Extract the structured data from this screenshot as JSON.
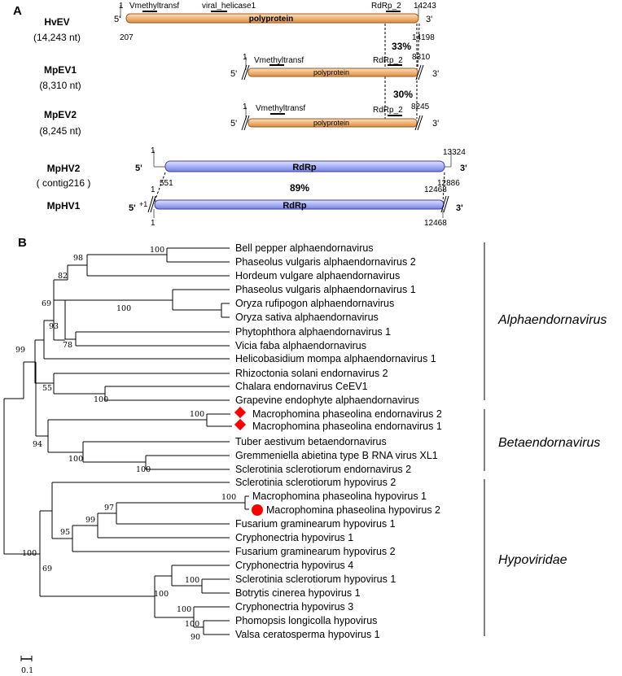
{
  "panel_a": {
    "label": "A",
    "genomes": {
      "hvev": {
        "name": "HvEV",
        "length": "(14,243 nt)",
        "start": "1",
        "end": "14243",
        "sub_start": "207",
        "sub_end": "14198",
        "prime5": "5'",
        "prime3": "3'",
        "orf": "polyprotein",
        "domains": [
          "Vmethyltransf",
          "viral_helicase1",
          "RdRp_2"
        ]
      },
      "mpev1": {
        "name": "MpEV1",
        "length": "(8,310 nt)",
        "start": "1",
        "end": "8310",
        "prime5": "5'",
        "prime3": "3'",
        "orf": "polyprotein",
        "domains": [
          "Vmethyltransf",
          "RdRp_2"
        ]
      },
      "mpev2": {
        "name": "MpEV2",
        "length": "(8,245 nt)",
        "start": "1",
        "end": "8245",
        "prime5": "5'",
        "prime3": "3'",
        "orf": "polyprotein",
        "domains": [
          "Vmethyltransf",
          "RdRp_2"
        ]
      },
      "mphv2": {
        "name": "MpHV2",
        "length": "( contig216 )",
        "start": "1",
        "end": "13324",
        "sub_start": "551",
        "sub_end": "12886",
        "sub_mid": "12468",
        "prime5": "5'",
        "prime3": "3'",
        "orf": "RdRp"
      },
      "mphv1": {
        "name": "MpHV1",
        "start": "1",
        "end": "12468",
        "top_start": "1",
        "plus1": "+1",
        "prime5": "5'",
        "prime3": "3'",
        "orf": "RdRp"
      }
    },
    "identities": [
      "33%",
      "30%",
      "89%"
    ],
    "colors": {
      "orange_fill": "#f0b57a",
      "orange_stroke": "#9a5a1c",
      "blue_fill": "#a9b2f5",
      "blue_stroke": "#3b40a8"
    }
  },
  "panel_b": {
    "label": "B",
    "taxa": [
      "Bell pepper alphaendornavirus",
      "Phaseolus vulgaris alphaendornavirus 2",
      "Hordeum vulgare alphaendornavirus",
      "Phaseolus vulgaris alphaendornavirus 1",
      "Oryza rufipogon alphaendornavirus",
      "Oryza sativa alphaendornavirus",
      "Phytophthora alphaendornavirus 1",
      "Vicia faba alphaendornavirus",
      "Helicobasidium mompa alphaendornavirus 1",
      "Rhizoctonia solani endornavirus 2",
      "Chalara endornavirus CeEV1",
      "Grapevine endophyte alphaendornavirus",
      "Macrophomina phaseolina endornavirus 2",
      "Macrophomina phaseolina endornavirus 1",
      "Tuber aestivum betaendornavirus",
      "Gremmeniella abietina type B RNA virus XL1",
      "Sclerotinia sclerotiorum endornavirus 2",
      "Sclerotinia sclerotiorum hypovirus 2",
      "Macrophomina phaseolina hypovirus 1",
      "Macrophomina phaseolina hypovirus 2",
      "Fusarium graminearum hypovirus 1",
      "Cryphonectria hypovirus 1",
      "Fusarium graminearum hypovirus 2",
      "Cryphonectria hypovirus 4",
      "Sclerotinia sclerotiorum hypovirus 1",
      "Botrytis cinerea hypovirus 1",
      "Cryphonectria hypovirus 3",
      "Phomopsis longicolla hypovirus",
      "Valsa ceratosperma hypovirus 1"
    ],
    "bootstrap": [
      "100",
      "98",
      "82",
      "100",
      "69",
      "93",
      "78",
      "99",
      "55",
      "100",
      "100",
      "94",
      "100",
      "100",
      "100",
      "97",
      "99",
      "95",
      "100",
      "69",
      "100",
      "100",
      "100",
      "100",
      "90"
    ],
    "clades": [
      "Alphaendornavirus",
      "Betaendornavirus",
      "Hypoviridae"
    ],
    "scale_label": "0.1",
    "marker_color": "#ff0000"
  }
}
